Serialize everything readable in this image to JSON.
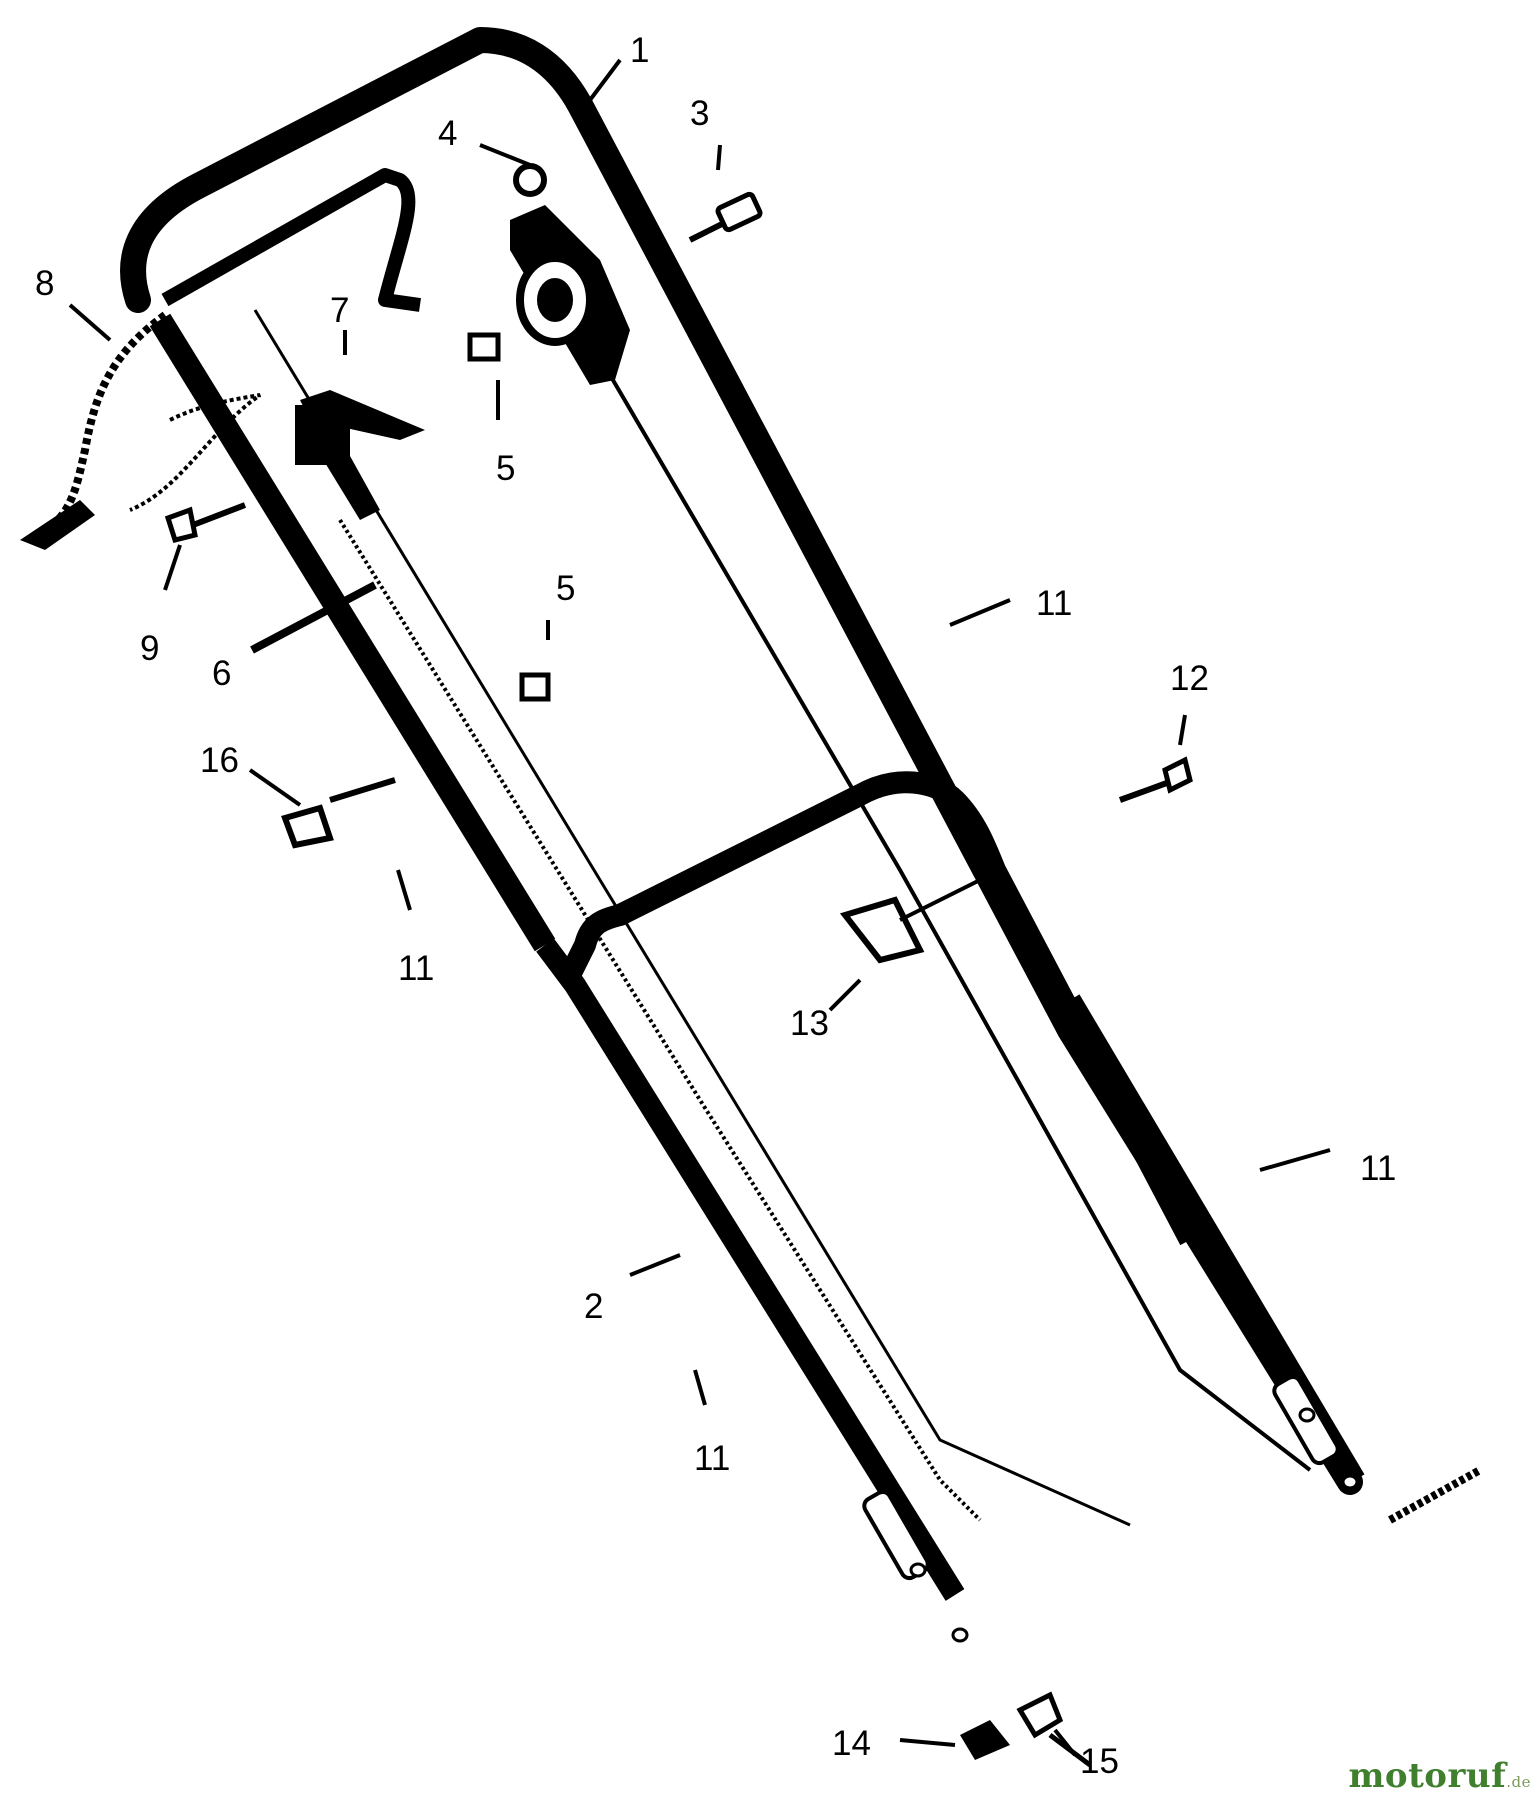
{
  "diagram": {
    "callouts": {
      "c1": "1",
      "c2": "2",
      "c3": "3",
      "c4": "4",
      "c5a": "5",
      "c5b": "5",
      "c6": "6",
      "c7": "7",
      "c8": "8",
      "c9": "9",
      "c11a": "11",
      "c11b": "11",
      "c11c": "11",
      "c11d": "11",
      "c12": "12",
      "c13": "13",
      "c14": "14",
      "c15": "15",
      "c16": "16"
    }
  },
  "watermark": {
    "brand": "motoruf",
    "tld": ".de"
  }
}
